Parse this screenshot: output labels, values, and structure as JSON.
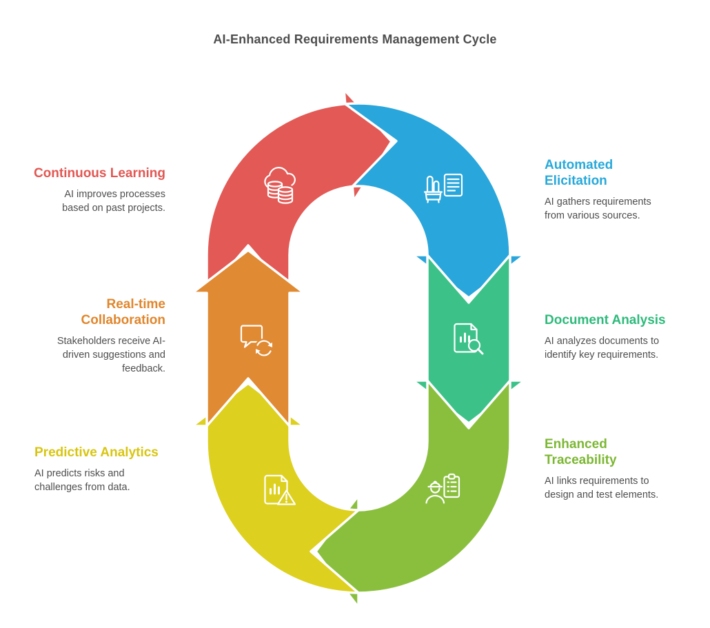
{
  "title": {
    "text": "AI-Enhanced Requirements Management Cycle",
    "color": "#4d4d4d"
  },
  "text_color": "#4e4e4e",
  "background": "#ffffff",
  "steps": [
    {
      "id": "continuous-learning",
      "label": "Continuous Learning",
      "description": "AI improves processes\nbased on past projects.",
      "color": "#e25955",
      "label_color": "#e25752",
      "icon": "cloud-database-icon",
      "side": "left"
    },
    {
      "id": "automated-elicitation",
      "label": "Automated\nElicitation",
      "description": "AI gathers requirements\nfrom various sources.",
      "color": "#29a6db",
      "label_color": "#28a9da",
      "icon": "stakeholder-document-icon",
      "side": "right"
    },
    {
      "id": "document-analysis",
      "label": "Document Analysis",
      "description": "AI analyzes documents to\nidentify key requirements.",
      "color": "#3cc289",
      "label_color": "#2eba7b",
      "icon": "document-search-icon",
      "side": "right"
    },
    {
      "id": "enhanced-traceability",
      "label": "Enhanced\nTraceability",
      "description": "AI links requirements to\ndesign and test elements.",
      "color": "#8abf3e",
      "label_color": "#7cb733",
      "icon": "engineer-checklist-icon",
      "side": "right"
    },
    {
      "id": "predictive-analytics",
      "label": "Predictive Analytics",
      "description": "AI predicts risks and\nchallenges from data.",
      "color": "#ddd01e",
      "label_color": "#d8c511",
      "icon": "document-warning-icon",
      "side": "left"
    },
    {
      "id": "real-time-collaboration",
      "label": "Real-time\nCollaboration",
      "description": "Stakeholders receive AI-\ndriven suggestions and\nfeedback.",
      "color": "#e08a33",
      "label_color": "#e0862c",
      "icon": "chat-sync-icon",
      "side": "left"
    }
  ]
}
